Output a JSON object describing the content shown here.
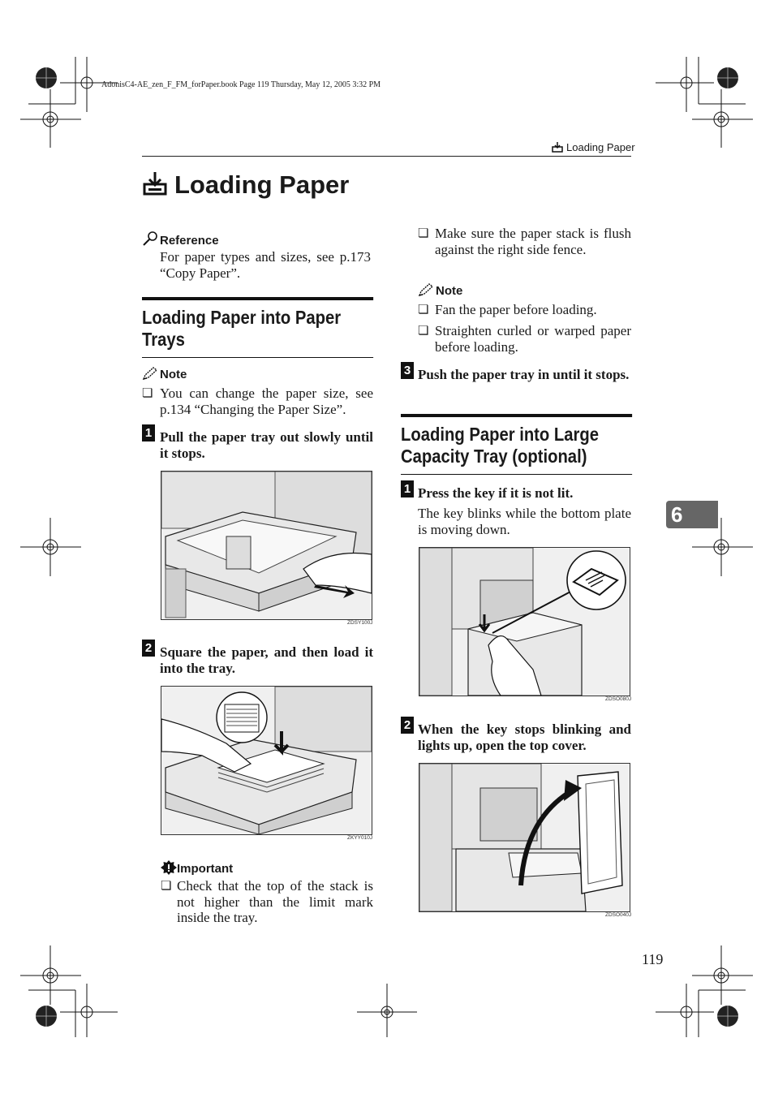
{
  "file_header": "AdonisC4-AE_zen_F_FM_forPaper.book  Page 119  Thursday, May 12, 2005  3:32 PM",
  "running_head": "Loading Paper",
  "page_title": "Loading Paper",
  "reference": {
    "label": "Reference",
    "text": "For paper types and sizes, see p.173 “Copy Paper”."
  },
  "section1": {
    "title_line1": "Loading Paper into Paper",
    "title_line2": "Trays",
    "note_label": "Note",
    "note_item": "You can change the paper size, see p.134 “Changing the Paper Size”.",
    "step1_num": "1",
    "step1_text": "Pull the paper tray out slowly until it stops.",
    "fig1_code": "ZDSY100J",
    "step2_num": "2",
    "step2_text": "Square the paper, and then load it into the tray.",
    "fig2_code": "ZKYY010J",
    "important_label": "Important",
    "important_item": "Check that the top of the stack is not higher than the limit mark inside the tray."
  },
  "right_col": {
    "check_item": "Make sure the paper stack is flush against the right side fence.",
    "note_label": "Note",
    "note_items": [
      "Fan the paper before loading.",
      "Straighten curled or warped paper before loading."
    ],
    "step3_num": "3",
    "step3_text": "Push the paper tray in until it stops."
  },
  "section2": {
    "title_line1": "Loading Paper into Large",
    "title_line2": "Capacity Tray (optional)",
    "step1_num": "1",
    "step1_text": "Press the key if it is not lit.",
    "step1_sub": "The key blinks while the bottom plate is moving down.",
    "fig3_code": "ZDSO080J",
    "step2_num": "2",
    "step2_text": "When the key stops blinking and lights up, open the top cover.",
    "fig4_code": "ZDSO040J"
  },
  "chapter_tab": "6",
  "page_number": "119",
  "checkbox_glyph": "❏"
}
